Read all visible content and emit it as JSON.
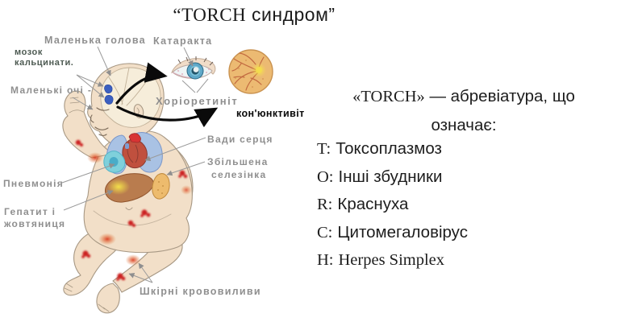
{
  "title": {
    "torch": "“TORCH",
    "rest": " синдром”"
  },
  "diagram": {
    "labels": {
      "small_head": "Маленька голова",
      "brain_calc_1": "мозок",
      "brain_calc_2": "кальцинати.",
      "cataract": "Катаракта",
      "small_eyes": "Маленькі очі -",
      "chorioretinitis": "Хоріоретиніт",
      "conjunctivitis": "кон'юнктивіт",
      "heart_defects": "Вади серця",
      "enlarged_spleen_1": "Збільшена",
      "enlarged_spleen_2": "селезінка",
      "pneumonia": "Пневмонія",
      "hepatitis_1": "Гепатит і",
      "hepatitis_2": "жовтяниця",
      "skin_hemorrhages": "Шкірні крововиливи"
    },
    "colors": {
      "label_gray": "#8f8f8f",
      "label_dark": "#4d5a52",
      "text_black": "#0b0b0b",
      "skin": "#f2dfc8",
      "skull_light": "#f6edda",
      "lung_blue": "#a9c2e4",
      "pneumonia_teal": "#7fd0db",
      "heart_red": "#c0503e",
      "liver_brown": "#b97c4e",
      "liver_yellow": "#f2e04e",
      "spleen_orange": "#edbb6d",
      "hemorrhage_red": "#cc2222",
      "calcification_blue": "#3b5fc0",
      "fundus_orange": "#ecba72",
      "iris_blue": "#5fa8c8"
    }
  },
  "torch_info": {
    "heading_torch": "«TORCH»",
    "heading_rest": " — абревіатура, що",
    "heading_line2": "означає:",
    "items": [
      {
        "letter": "T:",
        "term": "Токсоплазмоз"
      },
      {
        "letter": "O:",
        "term": "Інші збудники"
      },
      {
        "letter": "R:",
        "term": "Краснуха"
      },
      {
        "letter": "C:",
        "term": "Цитомегаловірус"
      },
      {
        "letter": "H:",
        "term": "Herpes Simplex"
      }
    ]
  }
}
